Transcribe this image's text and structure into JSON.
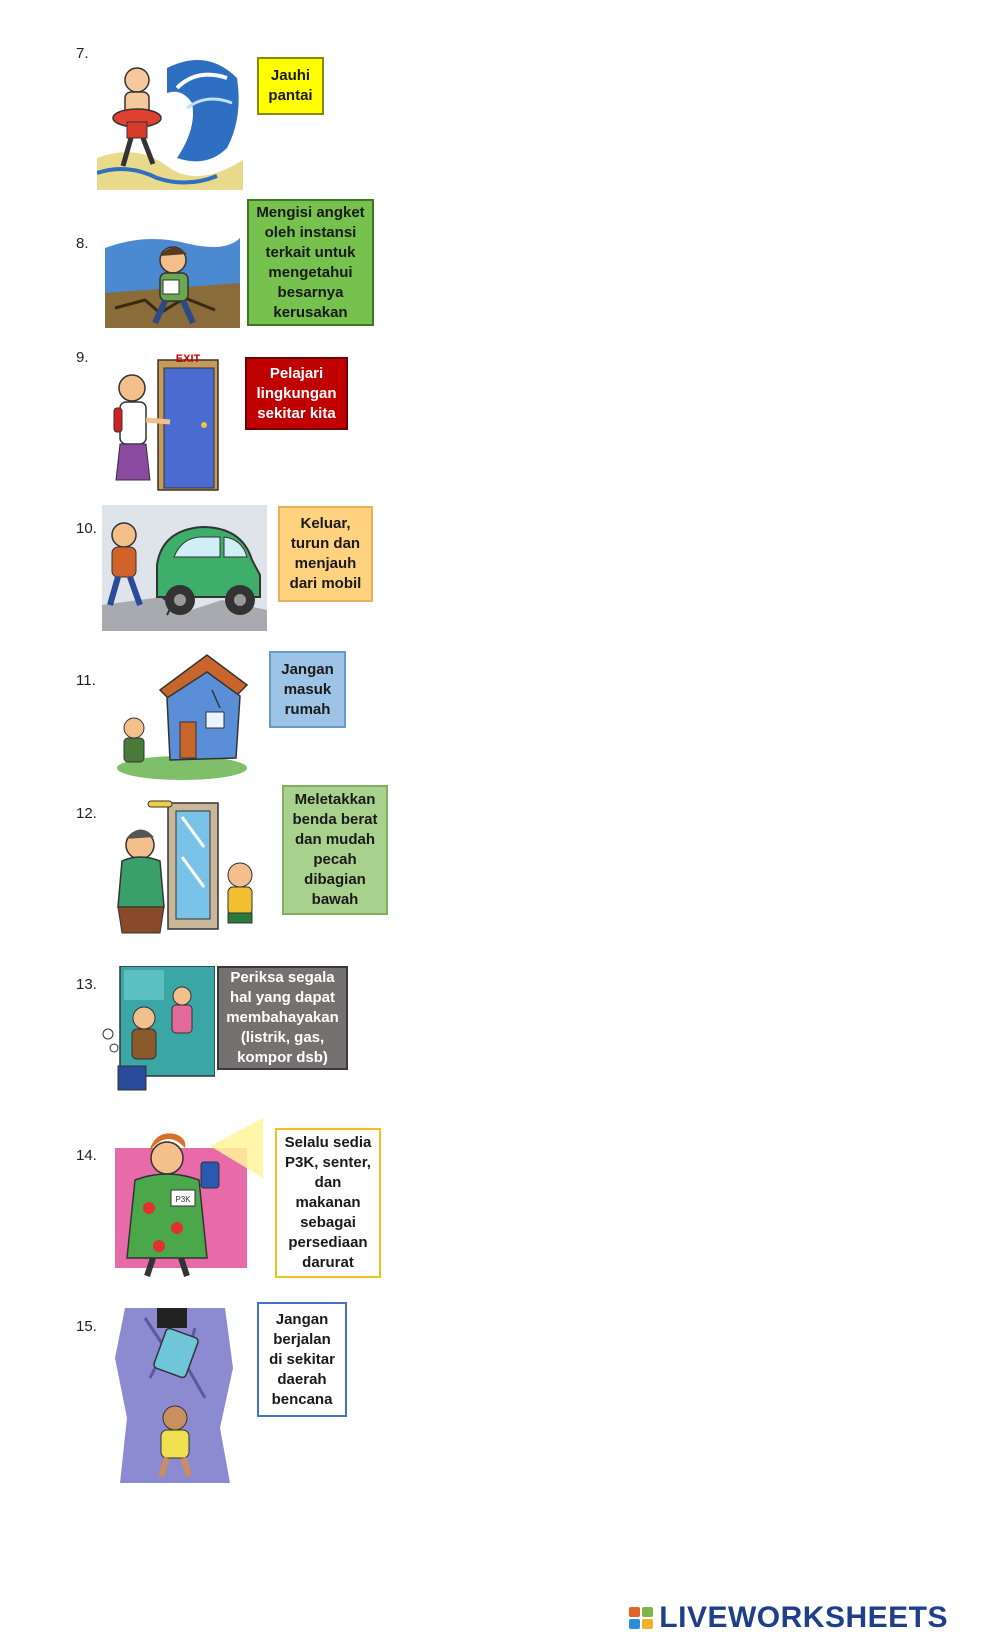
{
  "items": [
    {
      "number": "7.",
      "answer": "Jauhi\npantai",
      "box_bg": "#ffff00",
      "box_border": "#8a8a00",
      "text_color": "#1a1a1a",
      "illustration": "wave-beach-illustration"
    },
    {
      "number": "8.",
      "answer": "Mengisi angket\noleh instansi\nterkait untuk\nmengetahui\nbesarnya\nkerusakan",
      "box_bg": "#77c24f",
      "box_border": "#3b7a1f",
      "text_color": "#1a1a1a",
      "illustration": "cracked-ground-illustration"
    },
    {
      "number": "9.",
      "answer": "Pelajari\nlingkungan\nsekitar kita",
      "box_bg": "#c00000",
      "box_border": "#6b0000",
      "text_color": "#ffffff",
      "illustration": "exit-door-illustration"
    },
    {
      "number": "10.",
      "answer": "Keluar,\nturun dan\nmenjauh\ndari mobil",
      "box_bg": "#ffd27f",
      "box_border": "#e6b35a",
      "text_color": "#1a1a1a",
      "illustration": "car-quake-illustration"
    },
    {
      "number": "11.",
      "answer": "Jangan\nmasuk\nrumah",
      "box_bg": "#9dc3e6",
      "box_border": "#6a9bc8",
      "text_color": "#1a1a1a",
      "illustration": "damaged-house-illustration"
    },
    {
      "number": "12.",
      "answer": "Meletakkan\nbenda berat\ndan mudah\npecah\ndibagian\nbawah",
      "box_bg": "#a9d18e",
      "box_border": "#7fb05e",
      "text_color": "#1a1a1a",
      "illustration": "wardrobe-illustration"
    },
    {
      "number": "13.",
      "answer": "Periksa segala\nhal yang dapat\nmembahayakan\n(listrik, gas,\nkompor dsb)",
      "box_bg": "#767171",
      "box_border": "#3a3a3a",
      "text_color": "#ffffff",
      "illustration": "hazard-check-illustration"
    },
    {
      "number": "14.",
      "answer": "Selalu sedia\nP3K, senter,\ndan\nmakanan\nsebagai\npersediaan\ndarurat",
      "box_bg": "#ffffff",
      "box_border": "#f0c020",
      "text_color": "#1a1a1a",
      "illustration": "flashlight-woman-illustration"
    },
    {
      "number": "15.",
      "answer": "Jangan\nberjalan\ndi sekitar\ndaerah\nbencana",
      "box_bg": "#ffffff",
      "box_border": "#4472c4",
      "text_color": "#1a1a1a",
      "illustration": "falling-debris-illustration"
    }
  ],
  "footer": {
    "brand": "LIVEWORKSHEETS",
    "brand_color": "#1f3f8a"
  }
}
